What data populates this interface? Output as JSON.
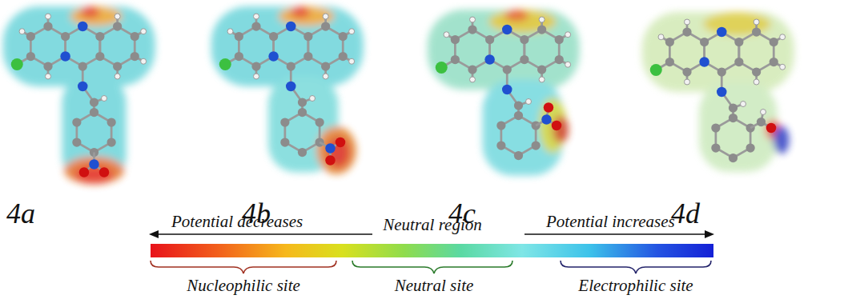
{
  "diagram": {
    "labels": [
      "4a",
      "4b",
      "4c",
      "4d",
      "Potential decreases",
      "Neutral region",
      "Potential increases",
      "Nucleophilic site",
      "Neutral site",
      "Electrophilic site"
    ]
  }
}
